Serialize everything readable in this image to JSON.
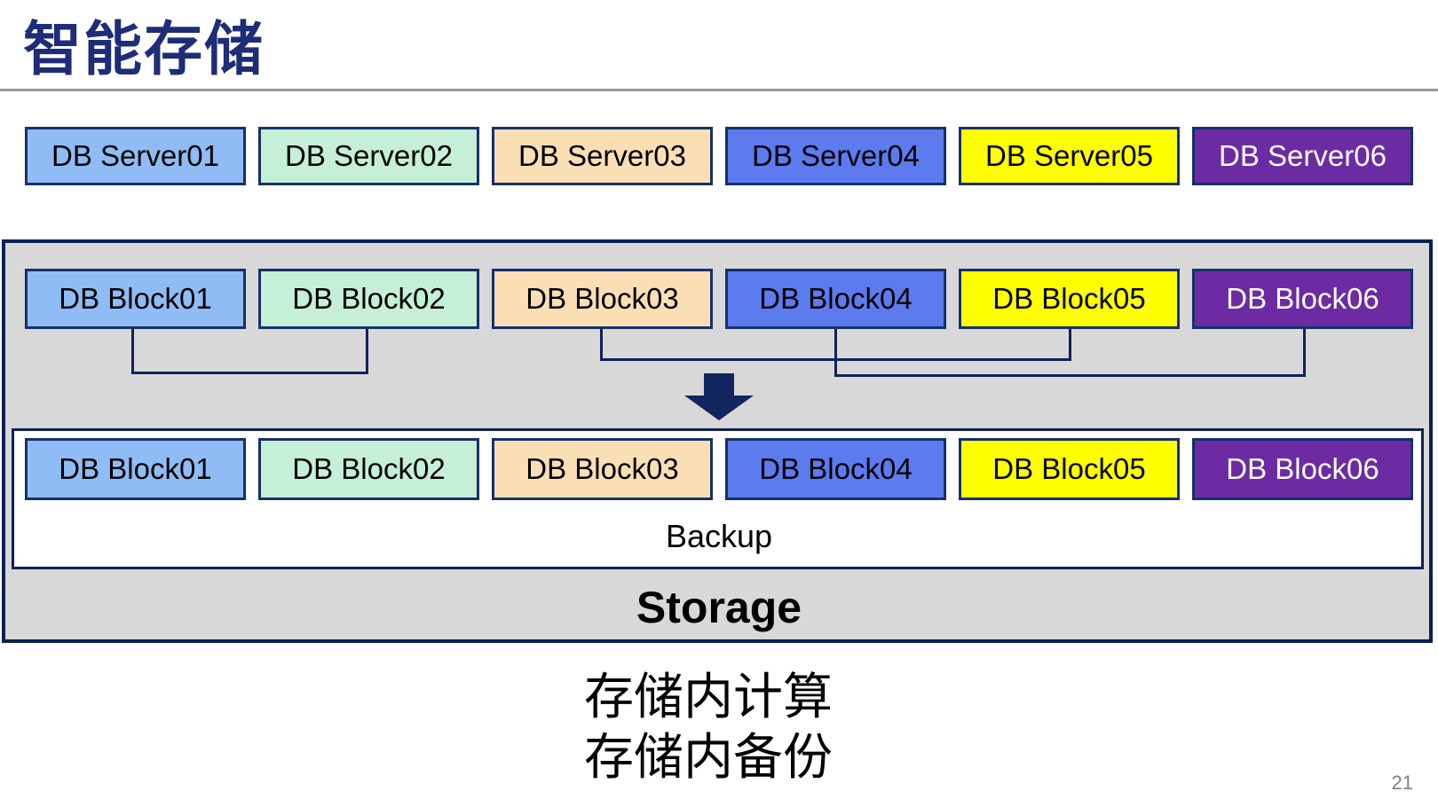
{
  "title": {
    "text": "智能存储",
    "color": "#1F2C78"
  },
  "palette": {
    "navy_border": "#16306B",
    "connector": "#0F2258",
    "arrow": "#12255E",
    "storage_fill": "#D8D8D8",
    "storage_border": "#0A1F55"
  },
  "server_row": {
    "items": [
      {
        "label": "DB Server01",
        "fill": "#8FBCF5",
        "text_color": "#000000"
      },
      {
        "label": "DB Server02",
        "fill": "#C5EFD6",
        "text_color": "#000000"
      },
      {
        "label": "DB Server03",
        "fill": "#FADFB5",
        "text_color": "#000000"
      },
      {
        "label": "DB Server04",
        "fill": "#5B7BEE",
        "text_color": "#000000"
      },
      {
        "label": "DB Server05",
        "fill": "#FFFF00",
        "text_color": "#000000"
      },
      {
        "label": "DB Server06",
        "fill": "#6C2BA3",
        "text_color": "#FFFFFF"
      }
    ]
  },
  "storage_unit": {
    "label": "Storage",
    "top_blocks": {
      "items": [
        {
          "label": "DB Block01",
          "fill": "#8FBCF5",
          "text_color": "#000000"
        },
        {
          "label": "DB Block02",
          "fill": "#C5EFD6",
          "text_color": "#000000"
        },
        {
          "label": "DB Block03",
          "fill": "#FADFB5",
          "text_color": "#000000"
        },
        {
          "label": "DB Block04",
          "fill": "#5B7BEE",
          "text_color": "#000000"
        },
        {
          "label": "DB Block05",
          "fill": "#FFFF00",
          "text_color": "#000000"
        },
        {
          "label": "DB Block06",
          "fill": "#6C2BA3",
          "text_color": "#FFFFFF"
        }
      ]
    },
    "backup_box": {
      "label": "Backup",
      "bottom_blocks": {
        "items": [
          {
            "label": "DB Block01",
            "fill": "#8FBCF5",
            "text_color": "#000000"
          },
          {
            "label": "DB Block02",
            "fill": "#C5EFD6",
            "text_color": "#000000"
          },
          {
            "label": "DB Block03",
            "fill": "#FADFB5",
            "text_color": "#000000"
          },
          {
            "label": "DB Block04",
            "fill": "#5B7BEE",
            "text_color": "#000000"
          },
          {
            "label": "DB Block05",
            "fill": "#FFFF00",
            "text_color": "#000000"
          },
          {
            "label": "DB Block06",
            "fill": "#6C2BA3",
            "text_color": "#FFFFFF"
          }
        ]
      }
    }
  },
  "caption": {
    "line1": "存储内计算",
    "line2": "存储内备份"
  },
  "page_number": "21"
}
